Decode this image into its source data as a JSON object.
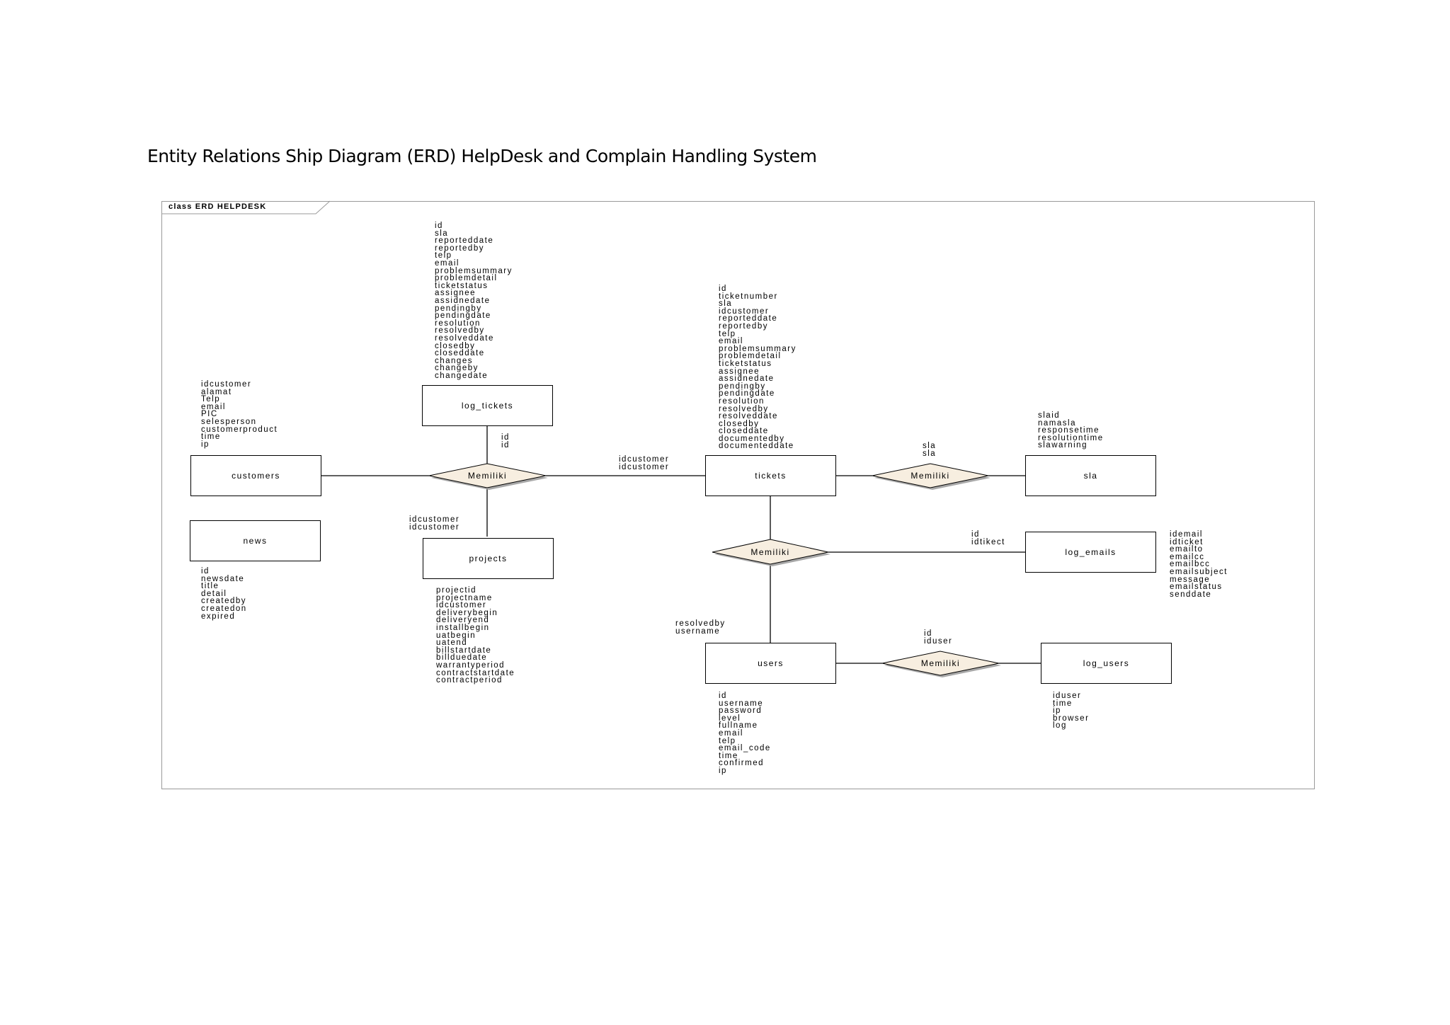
{
  "title": "Entity Relations Ship Diagram (ERD) HelpDesk and Complain Handling System",
  "frame_label": "class ERD HELPDESK",
  "colors": {
    "relationship_fill": "#f7eee0",
    "relationship_shadow": "#a8a8a8",
    "line": "#000000"
  },
  "entities": {
    "customers": "customers",
    "news": "news",
    "log_tickets": "log_tickets",
    "projects": "projects",
    "tickets": "tickets",
    "sla": "sla",
    "log_emails": "log_emails",
    "users": "users",
    "log_users": "log_users"
  },
  "relationships": {
    "customer_ticket": "Memiliki",
    "ticket_sla": "Memiliki",
    "ticket_email": "Memiliki",
    "user_log": "Memiliki"
  },
  "attributes": {
    "log_tickets": [
      "id",
      "sla",
      "reporteddate",
      "reportedby",
      "telp",
      "email",
      "problemsummary",
      "problemdetail",
      "ticketstatus",
      "assignee",
      "assidnedate",
      "pendingby",
      "pendingdate",
      "resolution",
      "resolvedby",
      "resolveddate",
      "closedby",
      "closeddate",
      "changes",
      "changeby",
      "changedate"
    ],
    "customers": [
      "idcustomer",
      "alamat",
      "Telp",
      "email",
      "PIC",
      "selesperson",
      "customerproduct",
      "time",
      "ip"
    ],
    "news": [
      "id",
      "newsdate",
      "title",
      "detail",
      "createdby",
      "createdon",
      "expired"
    ],
    "projects": [
      "projectid",
      "projectname",
      "idcustomer",
      "deliverybegin",
      "deliveryend",
      "installbegin",
      "uatbegin",
      "uatend",
      "billstartdate",
      "billduedate",
      "warrantyperiod",
      "contractstartdate",
      "contractperiod"
    ],
    "tickets": [
      "id",
      "ticketnumber",
      "sla",
      "idcustomer",
      "reporteddate",
      "reportedby",
      "telp",
      "email",
      "problemsummary",
      "problemdetail",
      "ticketstatus",
      "assignee",
      "assidnedate",
      "pendingby",
      "pendingdate",
      "resolution",
      "resolvedby",
      "resolveddate",
      "closedby",
      "closeddate",
      "documentedby",
      "documenteddate"
    ],
    "sla": [
      "slaid",
      "namasla",
      "responsetime",
      "resolutiontime",
      "slawarning"
    ],
    "log_emails": [
      "idemail",
      "idticket",
      "emailto",
      "emailcc",
      "emailbcc",
      "emailsubject",
      "message",
      "emailstatus",
      "senddate"
    ],
    "users": [
      "id",
      "username",
      "password",
      "level",
      "fullname",
      "email",
      "telp",
      "email_code",
      "time",
      "confirmed",
      "ip"
    ],
    "log_users": [
      "iduser",
      "time",
      "ip",
      "browser",
      "log"
    ]
  },
  "key_labels": {
    "log_tickets_link": [
      "id",
      "id"
    ],
    "customer_ticket_link": [
      "idcustomer",
      "idcustomer"
    ],
    "projects_link": [
      "idcustomer",
      "idcustomer"
    ],
    "sla_link": [
      "sla",
      "sla"
    ],
    "email_link": [
      "id",
      "idtikect"
    ],
    "users_link": [
      "resolvedby",
      "username"
    ],
    "user_log_link": [
      "id",
      "iduser"
    ]
  }
}
